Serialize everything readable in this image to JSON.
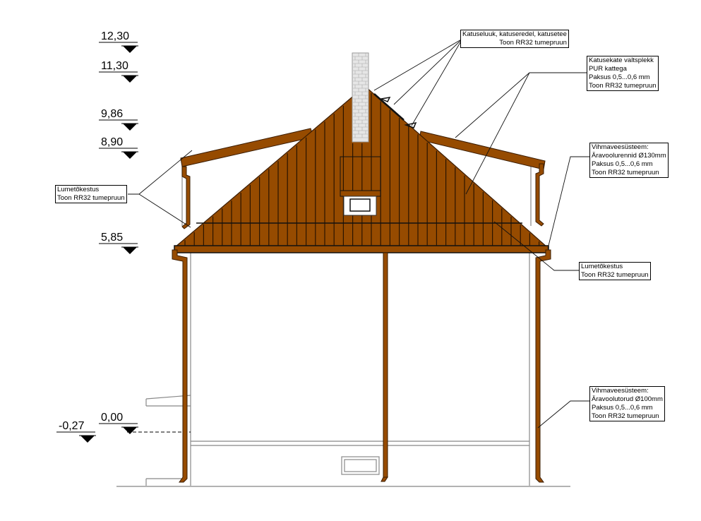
{
  "colors": {
    "roof": "#964b00",
    "roof_dark": "#3a1c00",
    "chimney": "#d8d8d8",
    "line": "#000000"
  },
  "levels": [
    {
      "label": "12,30"
    },
    {
      "label": "11,30"
    },
    {
      "label": "9,86"
    },
    {
      "label": "8,90"
    },
    {
      "label": "5,85"
    },
    {
      "label": "0,00"
    },
    {
      "label": "-0,27"
    }
  ],
  "notes": {
    "hatch": {
      "line1": "Katuseluuk, katuseredel, katusetee",
      "line2": "Toon RR32 tumepruun"
    },
    "roofing": {
      "line1": "Katusekate valtsplekk",
      "line2": "PUR kattega",
      "line3": "Paksus 0,5...0,6 mm",
      "line4": "Toon RR32 tumepruun"
    },
    "gutters": {
      "line1": "Vihmaveesüsteem:",
      "line2": "Äravoolurennid Ø130mm",
      "line3": "Paksus 0,5...0,6 mm",
      "line4": "Toon RR32 tumepruun"
    },
    "snowguard_left": {
      "line1": "Lumetõkestus",
      "line2": "Toon RR32 tumepruun"
    },
    "snowguard_right": {
      "line1": "Lumetõkestus",
      "line2": "Toon RR32 tumepruun"
    },
    "downpipes": {
      "line1": "Vihmaveesüsteem:",
      "line2": "Äravoolutorud Ø100mm",
      "line3": "Paksus 0,5...0,6 mm",
      "line4": "Toon RR32 tumepruun"
    }
  }
}
